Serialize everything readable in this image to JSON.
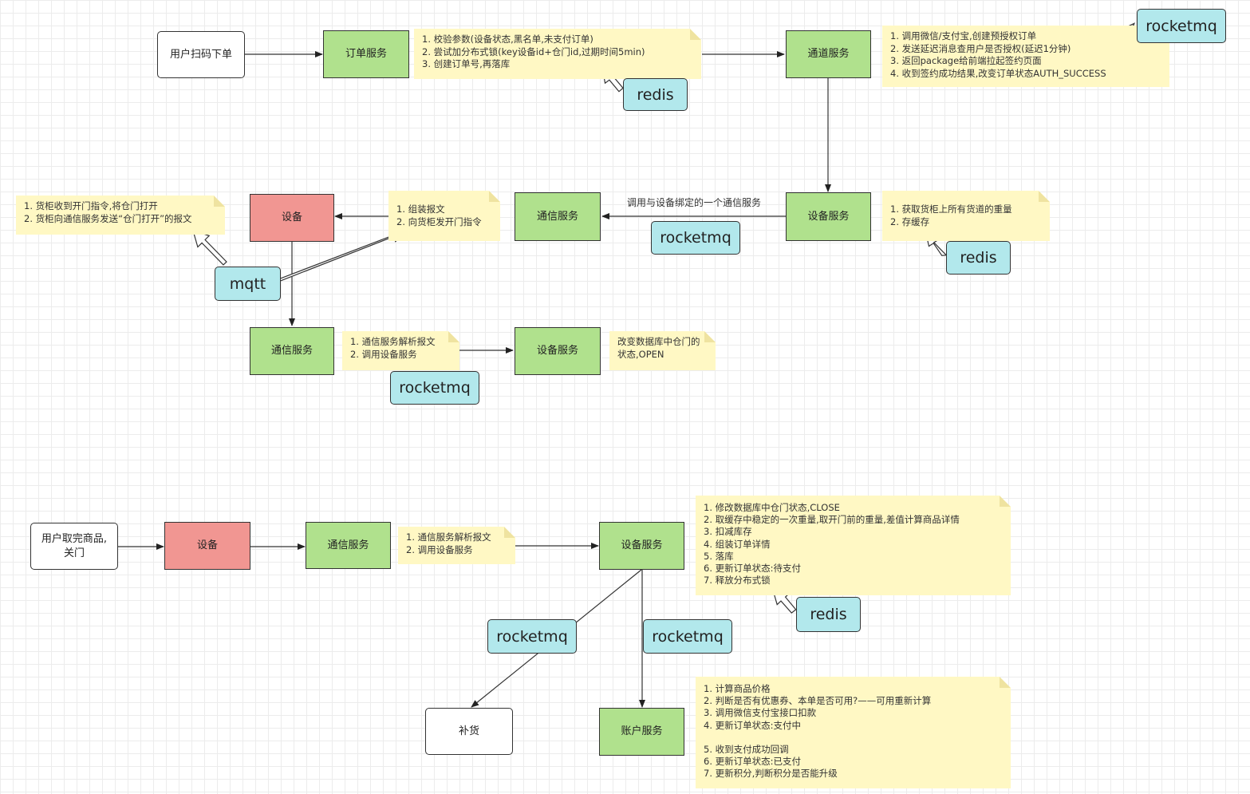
{
  "nodes": {
    "scan_order": "用户扫码下单",
    "order_service": "订单服务",
    "channel_service": "通道服务",
    "device_service_1": "设备服务",
    "comm_service_1": "通信服务",
    "device_red_1": "设备",
    "comm_service_2": "通信服务",
    "device_service_2": "设备服务",
    "user_take": "用户取完商品,\n关门",
    "device_red_2": "设备",
    "comm_service_3": "通信服务",
    "device_service_3": "设备服务",
    "restock": "补货",
    "account_service": "账户服务"
  },
  "tech": {
    "redis_1": "redis",
    "rocketmq_1": "rocketmq",
    "rocketmq_2": "rocketmq",
    "redis_2": "redis",
    "mqtt": "mqtt",
    "rocketmq_3": "rocketmq",
    "redis_3": "redis",
    "rocketmq_4": "rocketmq",
    "rocketmq_5": "rocketmq"
  },
  "notes": {
    "order_steps": [
      "1. 校验参数(设备状态,黑名单,未支付订单)",
      "2. 尝试加分布式锁(key设备id+仓门id,过期时间5min)",
      "3. 创建订单号,再落库"
    ],
    "channel_steps": [
      "1. 调用微信/支付宝,创建预授权订单",
      "2. 发送延迟消息查用户是否授权(延迟1分钟)",
      "3. 返回package给前端拉起签约页面",
      "4. 收到签约成功结果,改变订单状态AUTH_SUCCESS"
    ],
    "device_weight": [
      "1. 获取货柜上所有货道的重量",
      "2. 存缓存"
    ],
    "assemble": [
      "1. 组装报文",
      "2. 向货柜发开门指令"
    ],
    "cabinet": [
      "1. 货柜收到开门指令,将仓门打开",
      "2. 货柜向通信服务发送“仓门打开”的报文"
    ],
    "parse_1": [
      "1. 通信服务解析报文",
      "2. 调用设备服务"
    ],
    "db_open": [
      "改变数据库中仓门的",
      "状态,OPEN"
    ],
    "parse_2": [
      "1. 通信服务解析报文",
      "2. 调用设备服务"
    ],
    "close_steps": [
      "1. 修改数据库中仓门状态,CLOSE",
      "2. 取缓存中稳定的一次重量,取开门前的重量,差值计算商品详情",
      "3. 扣减库存",
      "4. 组装订单详情",
      "5. 落库",
      "6. 更新订单状态:待支付",
      "7. 释放分布式锁"
    ],
    "pay_steps": [
      "1. 计算商品价格",
      "2. 判断是否有优惠券、本单是否可用?——可用重新计算",
      "3. 调用微信支付宝接口扣款",
      "4. 更新订单状态:支付中",
      "",
      "5. 收到支付成功回调",
      "6. 更新订单状态:已支付",
      "7. 更新积分,判断积分是否能升级"
    ]
  },
  "edge_labels": {
    "bind_comm": "调用与设备绑定的一个通信服务"
  }
}
